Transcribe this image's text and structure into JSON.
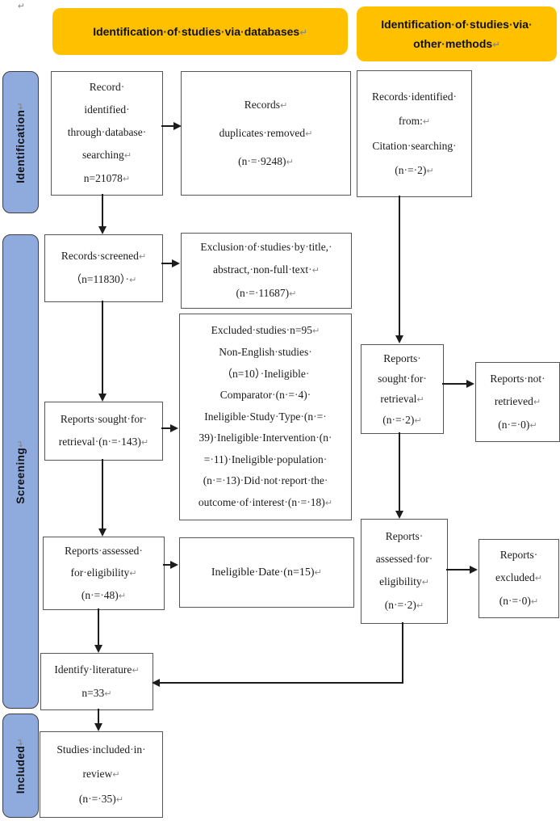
{
  "colors": {
    "header_fill": "#FFC000",
    "sidebar_fill": "#8FAADC",
    "box_border": "#555555",
    "arrow_line": "#1c1c1c"
  },
  "stray_mark": "↵",
  "headers": {
    "databases": {
      "line1": "Identification·of·studies·via·databases↵"
    },
    "other_methods": {
      "line1": "Identification·of·studies·via·",
      "line2": "other·methods↵"
    }
  },
  "sidebars": {
    "identification": "Identification↵",
    "screening": "Screening↵",
    "included": "Included↵"
  },
  "boxes": {
    "record_identified": {
      "lines": [
        "Record·",
        "identified·",
        "through·database·",
        "searching↵",
        "n=21078↵"
      ]
    },
    "duplicates_removed": {
      "lines": [
        "Records↵",
        "duplicates·removed↵",
        "(n·=·9248)↵"
      ]
    },
    "records_citation": {
      "lines": [
        "Records·identified·",
        "from:↵",
        "Citation·searching·",
        "(n·=·2)↵"
      ]
    },
    "records_screened": {
      "lines": [
        "Records·screened↵",
        "（n=11830）·↵"
      ]
    },
    "exclusion_title_abstract": {
      "lines": [
        "Exclusion·of·studies·by·title,·",
        "abstract,·non-full·text·↵",
        "(n·=·11687)↵"
      ]
    },
    "excluded_studies_detail": {
      "lines": [
        "Excluded·studies·n=95↵",
        "Non-English·studies·",
        "（n=10）·Ineligible·",
        "Comparator·(n·=·4)·",
        "Ineligible·Study·Type·(n·=·",
        "39)·Ineligible·Intervention·(n·",
        "=·11)·Ineligible·population·",
        "(n·=·13)·Did·not·report·the·",
        "outcome·of·interest·(n·=·18)↵"
      ]
    },
    "reports_sought": {
      "lines": [
        "Reports·sought·for·",
        "retrieval·(n·=·143)↵"
      ]
    },
    "reports_sought_other": {
      "lines": [
        "Reports·",
        "sought·for·",
        "retrieval↵",
        "(n·=·2)↵"
      ]
    },
    "reports_not_retrieved": {
      "lines": [
        "Reports·not·",
        "retrieved↵",
        "(n·=·0)↵"
      ]
    },
    "reports_assessed": {
      "lines": [
        "Reports·assessed·",
        "for·eligibility↵",
        "(n·=·48)↵"
      ]
    },
    "ineligible_date": {
      "lines": [
        "Ineligible·Date·(n=15)↵"
      ]
    },
    "reports_assessed_other": {
      "lines": [
        "Reports·",
        "assessed·for·",
        "eligibility↵",
        "(n·=·2)↵"
      ]
    },
    "reports_excluded": {
      "lines": [
        "Reports·",
        "excluded↵",
        "(n·=·0)↵"
      ]
    },
    "identify_literature": {
      "lines": [
        "Identify·literature↵",
        "n=33↵"
      ]
    },
    "studies_included": {
      "lines": [
        "Studies·included·in·",
        "review↵",
        "(n·=·35)↵"
      ]
    }
  }
}
